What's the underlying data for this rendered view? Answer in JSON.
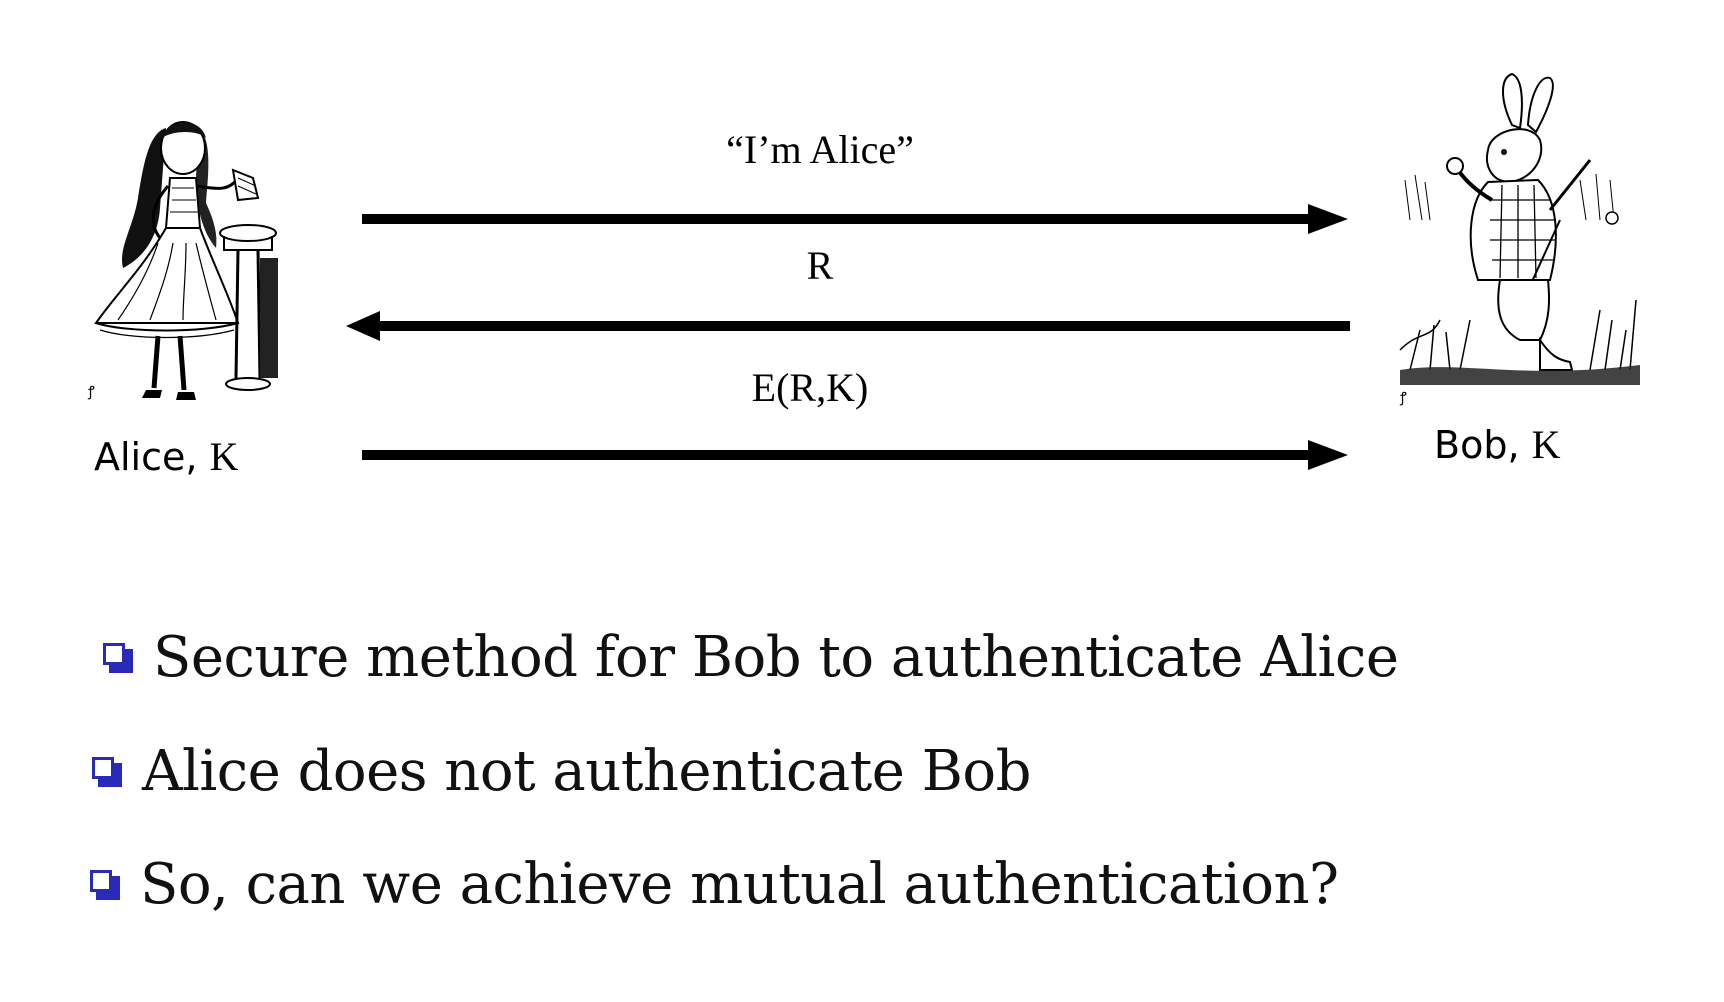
{
  "messages": [
    {
      "label": "“I’m Alice”",
      "direction": "alice-to-bob"
    },
    {
      "label": "R",
      "direction": "bob-to-alice"
    },
    {
      "label": "E(R,K)",
      "direction": "alice-to-bob"
    }
  ],
  "alice": {
    "name": "Alice",
    "key": "K"
  },
  "bob": {
    "name": "Bob",
    "key": "K"
  },
  "bullets": [
    "Secure method for Bob to authenticate Alice",
    "Alice does not authenticate Bob",
    "So, can we achieve mutual authentication?"
  ],
  "colors": {
    "bullet": "#2a2ab8",
    "arrow": "#000000",
    "text": "#111111"
  },
  "icons": {
    "alice": "alice-illustration",
    "bob": "white-rabbit-illustration",
    "bullet": "hollow-square-bullet"
  }
}
